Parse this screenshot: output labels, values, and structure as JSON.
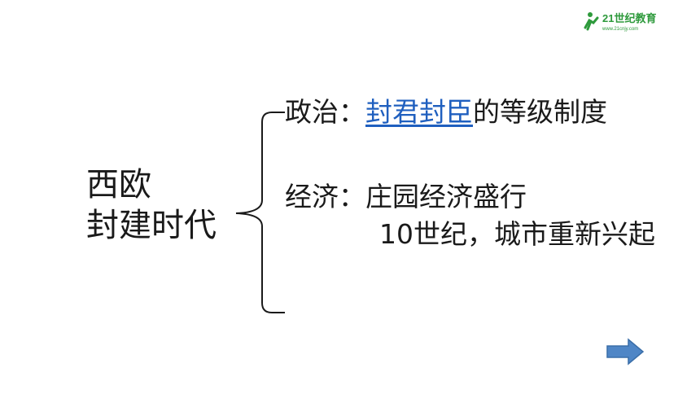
{
  "logo": {
    "mark": "21世纪教育",
    "url": "www.21cnjy.com"
  },
  "topic": {
    "line1": "西欧",
    "line2": "封建时代"
  },
  "politics": {
    "label": "政治：",
    "link_text": "封君封臣",
    "rest": "的等级制度"
  },
  "economy": {
    "label": "经济：",
    "item1": "庄园经济盛行",
    "item2": "10世纪，城市重新兴起"
  },
  "nav": {
    "next_icon": "right-arrow-icon",
    "color": "#4f86c6"
  }
}
